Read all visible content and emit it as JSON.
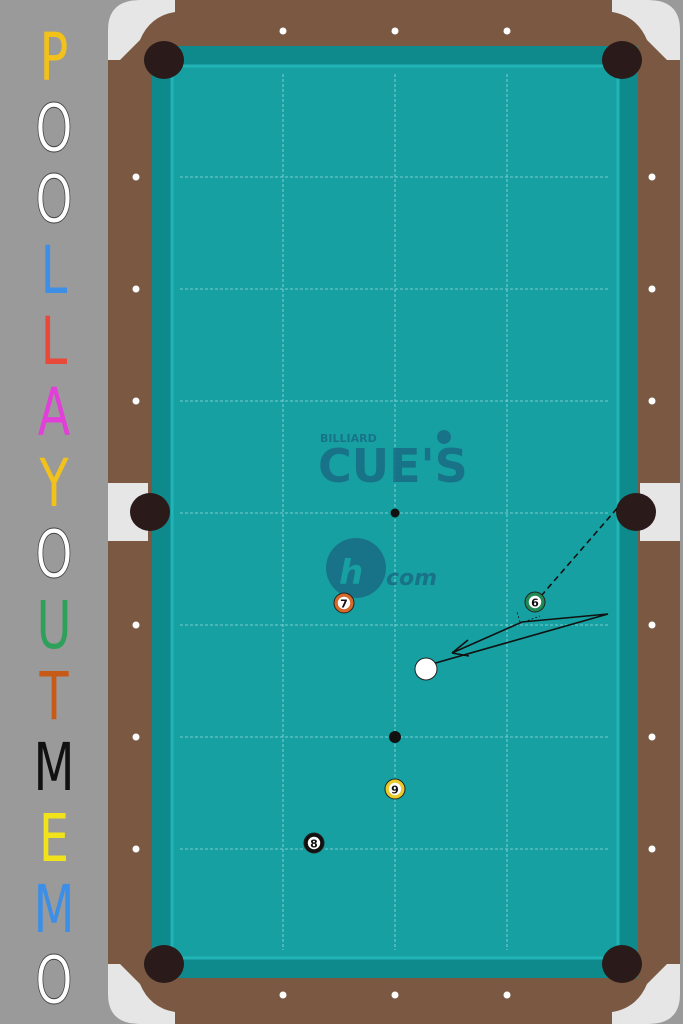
{
  "title": {
    "letters": [
      {
        "char": "P",
        "color": "#f2c21b"
      },
      {
        "char": "O",
        "color": "#ffffff"
      },
      {
        "char": "O",
        "color": "#ffffff"
      },
      {
        "char": "L",
        "color": "#3d8ee6"
      },
      {
        "char": "L",
        "color": "#e8493a"
      },
      {
        "char": "A",
        "color": "#e23fd8"
      },
      {
        "char": "Y",
        "color": "#f2c21b"
      },
      {
        "char": "O",
        "color": "#ffffff"
      },
      {
        "char": "U",
        "color": "#2fa05a"
      },
      {
        "char": "T",
        "color": "#c85a17"
      },
      {
        "char": "M",
        "color": "#111111"
      },
      {
        "char": "E",
        "color": "#f2e21b"
      },
      {
        "char": "M",
        "color": "#3d8ee6"
      },
      {
        "char": "O",
        "color": "#ffffff"
      }
    ]
  },
  "table": {
    "cloth_color": "#16a0a2",
    "rail_color": "#7a5841",
    "corner_color": "#e6e6e6",
    "pocket_color": "#2a1a1a"
  },
  "watermark": {
    "small": "BILLIARD",
    "big": "CUE'S",
    "sub": "com",
    "color": "#1a6f86"
  },
  "balls": [
    {
      "id": "cue",
      "label": "",
      "color": "#ffffff"
    },
    {
      "id": "six",
      "label": "6",
      "color": "#1f8a54"
    },
    {
      "id": "seven",
      "label": "7",
      "color": "#d46a2a"
    },
    {
      "id": "nine",
      "label": "9",
      "color": "#e8cb2a"
    },
    {
      "id": "eight",
      "label": "8",
      "color": "#111111"
    }
  ]
}
